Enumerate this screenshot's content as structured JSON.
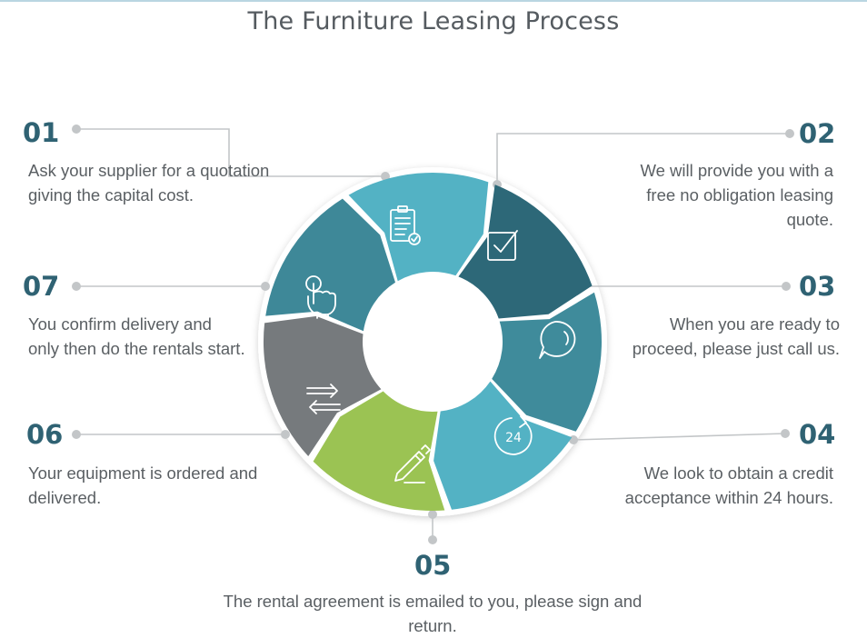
{
  "title": "The Furniture Leasing Process",
  "colors": {
    "step1": "#53b2c4",
    "step2": "#2d6878",
    "step3": "#3f8b9b",
    "step4": "#53b2c4",
    "step5": "#9bc353",
    "step6": "#767a7d",
    "step7": "#3e8898",
    "number": "#2f6273",
    "connector": "#c3c6c8"
  },
  "steps": [
    {
      "num": "01",
      "text": "Ask your supplier for a quotation giving the capital cost.",
      "icon": "clipboard-check-icon"
    },
    {
      "num": "02",
      "text": "We will provide you with a free no obligation leasing quote.",
      "icon": "checkbox-icon"
    },
    {
      "num": "03",
      "text": "When you are ready to proceed, please just call us.",
      "icon": "chat-bubble-icon"
    },
    {
      "num": "04",
      "text": "We look to obtain a credit acceptance within 24 hours.",
      "icon": "24-hours-icon"
    },
    {
      "num": "05",
      "text": "The rental agreement is emailed to you, please sign and return.",
      "icon": "pen-sign-icon"
    },
    {
      "num": "06",
      "text": "Your equipment is ordered and delivered.",
      "icon": "exchange-arrows-icon"
    },
    {
      "num": "07",
      "text": "You confirm delivery and only then do the rentals start.",
      "icon": "hand-pointer-icon"
    }
  ],
  "icon_24_label": "24"
}
